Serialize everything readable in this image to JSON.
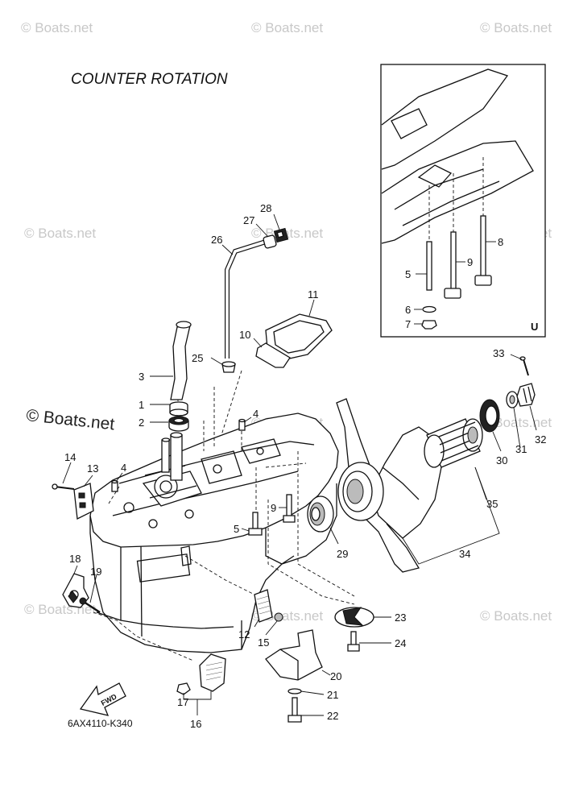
{
  "title": "COUNTER ROTATION",
  "diagram_code": "6AX4110-K340",
  "watermark": "© Boats.net",
  "main_watermark": "© Boats.net",
  "inset_marker": "U",
  "fwd_label": "FWD",
  "callouts": {
    "c1": "1",
    "c2": "2",
    "c3": "3",
    "c4a": "4",
    "c4b": "4",
    "c5": "5",
    "c6": "6",
    "c7": "7",
    "c8": "8",
    "c9": "9",
    "c5b": "5",
    "c9b": "9",
    "c10": "10",
    "c11": "11",
    "c12": "12",
    "c13": "13",
    "c14": "14",
    "c15": "15",
    "c16": "16",
    "c17": "17",
    "c18": "18",
    "c19": "19",
    "c20": "20",
    "c21": "21",
    "c22": "22",
    "c23": "23",
    "c24": "24",
    "c25": "25",
    "c26": "26",
    "c27": "27",
    "c28": "28",
    "c29": "29",
    "c30": "30",
    "c31": "31",
    "c32": "32",
    "c33": "33",
    "c34": "34",
    "c35": "35"
  }
}
